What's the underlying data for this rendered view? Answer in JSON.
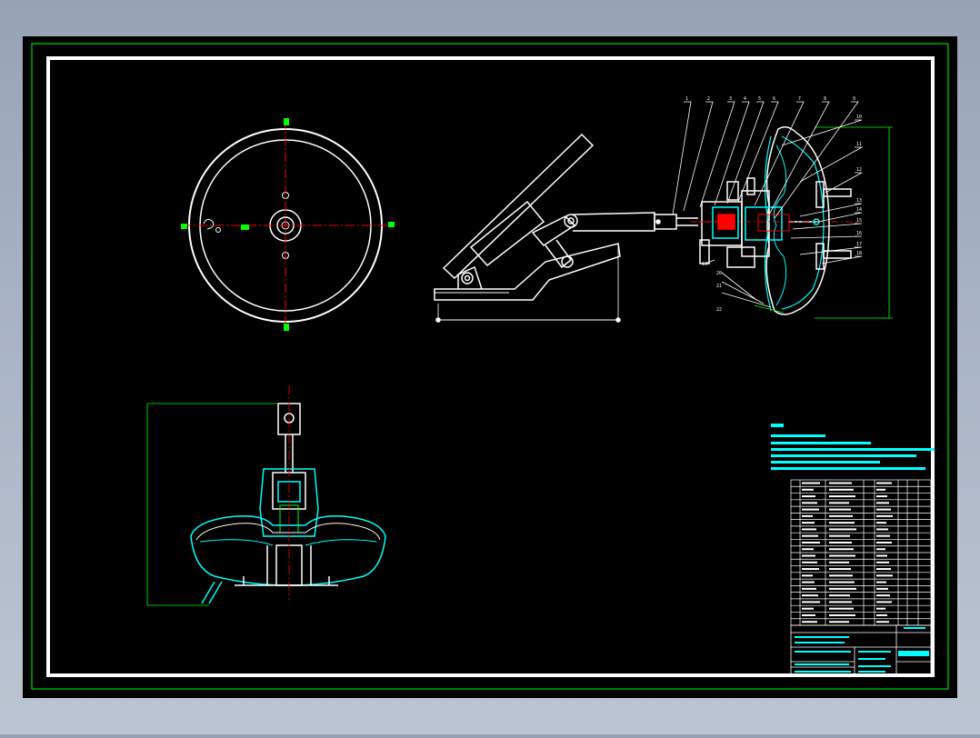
{
  "colors": {
    "background": "#000000",
    "frame": "#ffffff",
    "outer_border": "#00ff00",
    "outline": "#ffffff",
    "section": "#00ffff",
    "center_line": "#ff0000",
    "dimension": "#00ff00",
    "leader": "#ffffff",
    "notes": "#00ffff"
  },
  "callouts": [
    "1",
    "2",
    "3",
    "4",
    "5",
    "6",
    "7",
    "8",
    "9",
    "10",
    "11",
    "12",
    "13",
    "14",
    "15",
    "16",
    "17",
    "18",
    "19",
    "20",
    "21",
    "22"
  ]
}
